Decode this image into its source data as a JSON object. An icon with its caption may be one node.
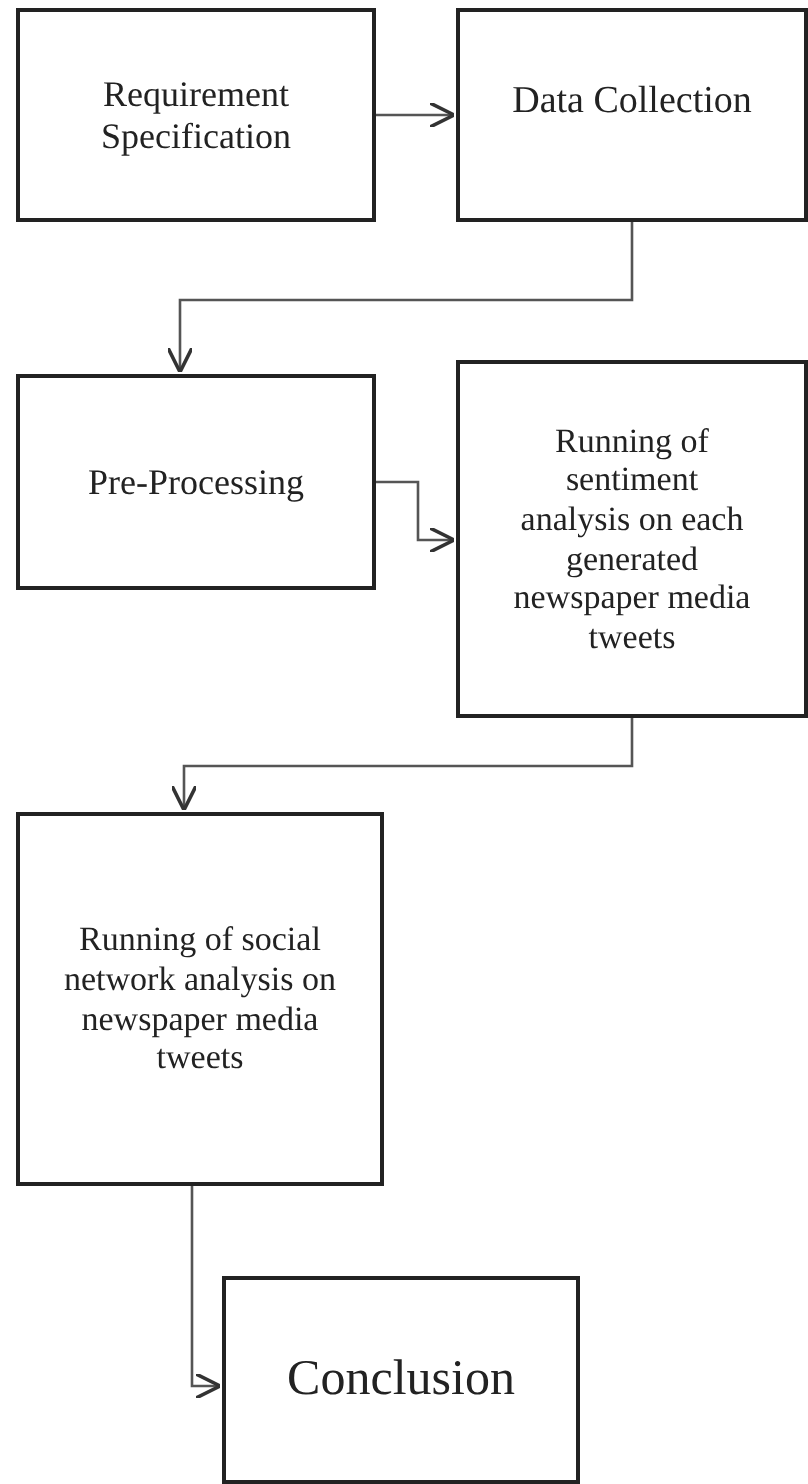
{
  "diagram": {
    "nodes": [
      {
        "text": [
          "Requirement Specification"
        ]
      },
      {
        "text": [
          "Data Collection"
        ]
      },
      {
        "text": [
          "Pre-Processing"
        ]
      },
      {
        "text": [
          "Running of sentiment analysis on each generated newspaper media tweets"
        ]
      },
      {
        "text": [
          "Running of social network analysis on newspaper media tweets"
        ]
      },
      {
        "text": [
          "Conclusion"
        ]
      }
    ],
    "edges": [
      {
        "from": 0,
        "to": 1,
        "arrow": "to"
      },
      {
        "from": 1,
        "to": 2,
        "arrow": "to"
      },
      {
        "from": 2,
        "to": 3,
        "arrow": "to"
      },
      {
        "from": 3,
        "to": 4,
        "arrow": "to"
      },
      {
        "from": 4,
        "to": 5,
        "arrow": "to"
      }
    ]
  }
}
